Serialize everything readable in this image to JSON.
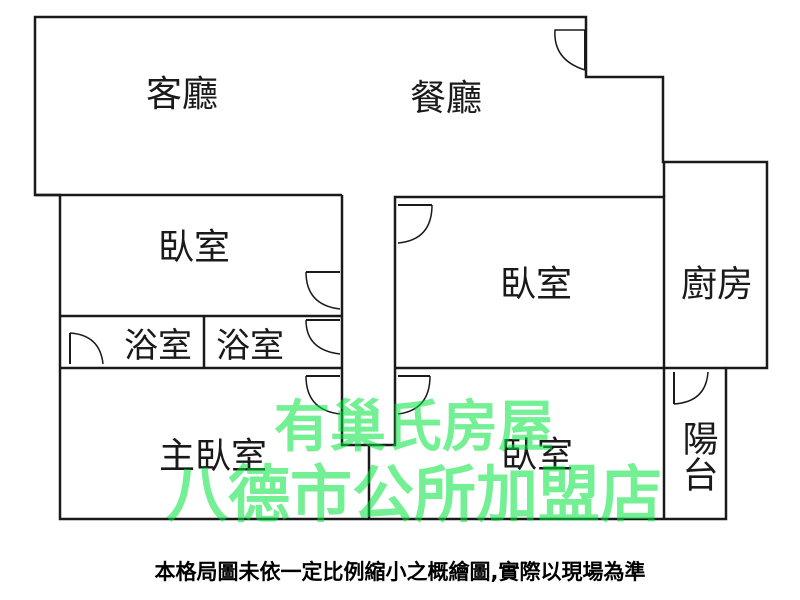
{
  "rooms": {
    "living": "客廳",
    "dining": "餐廳",
    "bedroom_nw": "臥室",
    "bath_1": "浴室",
    "bath_2": "浴室",
    "master_bedroom": "主臥室",
    "bedroom_center": "臥室",
    "bedroom_se": "臥室",
    "kitchen": "廚房",
    "balcony": "陽台"
  },
  "watermark": {
    "line1": "有巢氏房屋",
    "line2": "八德市公所加盟店",
    "color": "#00e23c"
  },
  "disclaimer": "本格局圖未依一定比例縮小之概繪圖,實際以現場為準",
  "colors": {
    "wall": "#1a1a1a",
    "label": "#1a1a1a",
    "background": "#ffffff"
  }
}
